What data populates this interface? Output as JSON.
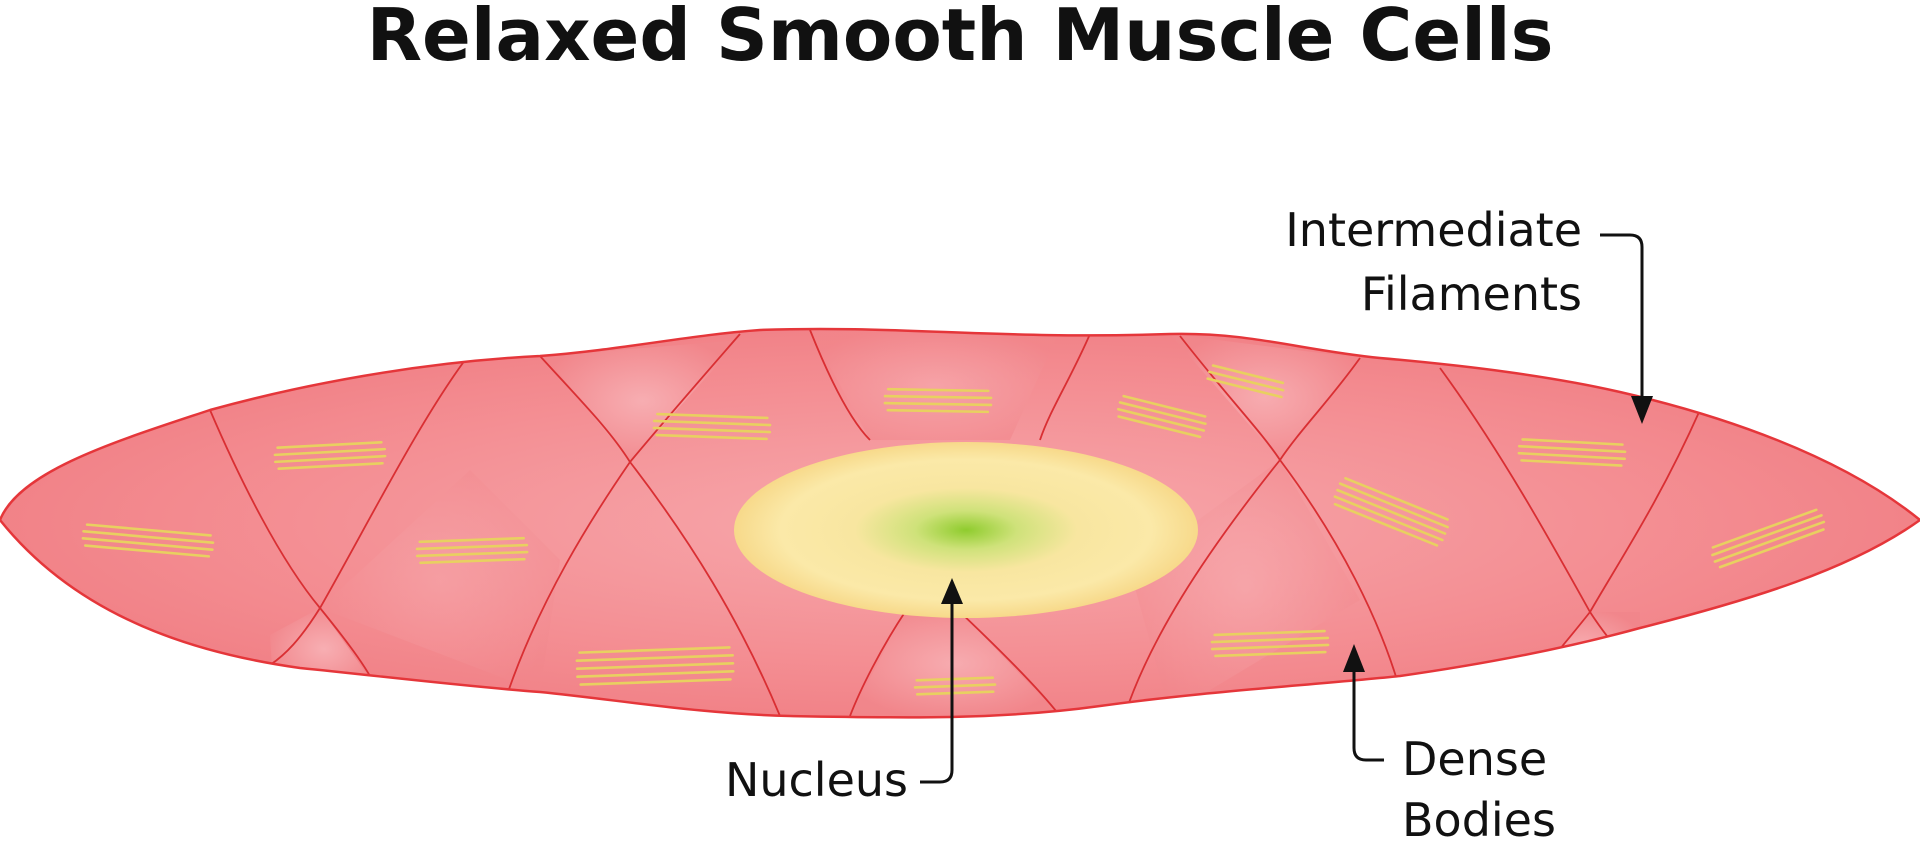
{
  "title": "Relaxed Smooth Muscle Cells",
  "labels": {
    "intermediate_filaments": [
      "Intermediate",
      "Filaments"
    ],
    "nucleus": "Nucleus",
    "dense_bodies": [
      "Dense",
      "Bodies"
    ]
  },
  "colors": {
    "cell_fill": "#f3868b",
    "cell_fill_light": "#f6a1a6",
    "cell_outline": "#e5363a",
    "cell_edge": "#d92f33",
    "filament": "#e8d060",
    "nucleus_outer": "#fdf0c0",
    "nucleus_mid": "#f8dd8a",
    "nucleus_center": "#8fcc2e",
    "text": "#111111"
  }
}
